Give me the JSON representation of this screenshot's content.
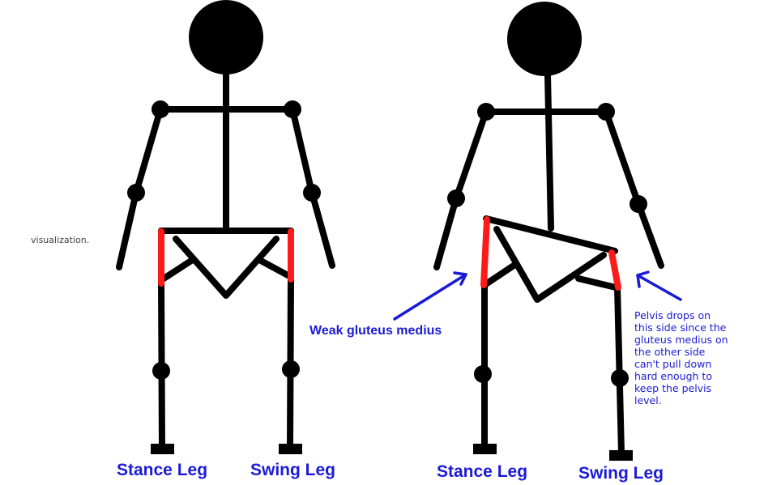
{
  "caption_fragment": "visualization.",
  "left_figure": {
    "stance_label": "Stance Leg",
    "swing_label": "Swing Leg"
  },
  "right_figure": {
    "stance_label": "Stance Leg",
    "swing_label": "Swing Leg",
    "weak_muscle_label": "Weak gluteus medius",
    "pelvis_note_lines": [
      "Pelvis drops on",
      "this side since the",
      "gluteus medius on",
      "the other side",
      "can't pull down",
      "hard enough to",
      "keep the pelvis",
      "level."
    ]
  },
  "colors": {
    "figure": "#000000",
    "muscle_highlight": "#ff1a1a",
    "annotation": "#1b1bd6"
  }
}
